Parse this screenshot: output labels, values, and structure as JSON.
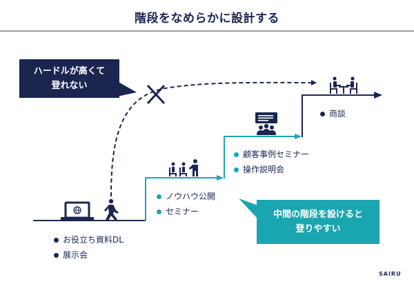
{
  "title": "階段をなめらかに設計する",
  "callouts": {
    "hurdle": {
      "line1": "ハードルが高くて",
      "line2": "登れない"
    },
    "intermediate": {
      "line1": "中間の階段を設けると",
      "line2": "登りやすい"
    }
  },
  "steps": [
    {
      "icon": "laptop-globe-icon",
      "walker_icon": "walking-person-icon",
      "color": "#1c2550",
      "items": [
        "お役立ち資料DL",
        "展示会"
      ]
    },
    {
      "icon": "seminar-audience-icon",
      "color": "#1aa6b0",
      "items": [
        "ノウハウ公開",
        "セミナー"
      ]
    },
    {
      "icon": "presentation-group-icon",
      "color": "#1aa6b0",
      "items": [
        "顧客事例セミナー",
        "操作説明会"
      ]
    },
    {
      "icon": "meeting-table-icon",
      "color": "#1c2550",
      "items": [
        "商談"
      ]
    }
  ],
  "blocked_path": {
    "icon": "cross-icon"
  },
  "brand": "SAIRU",
  "colors": {
    "navy": "#1c2550",
    "teal": "#1aa6b0",
    "rule": "#9a9ca3"
  }
}
